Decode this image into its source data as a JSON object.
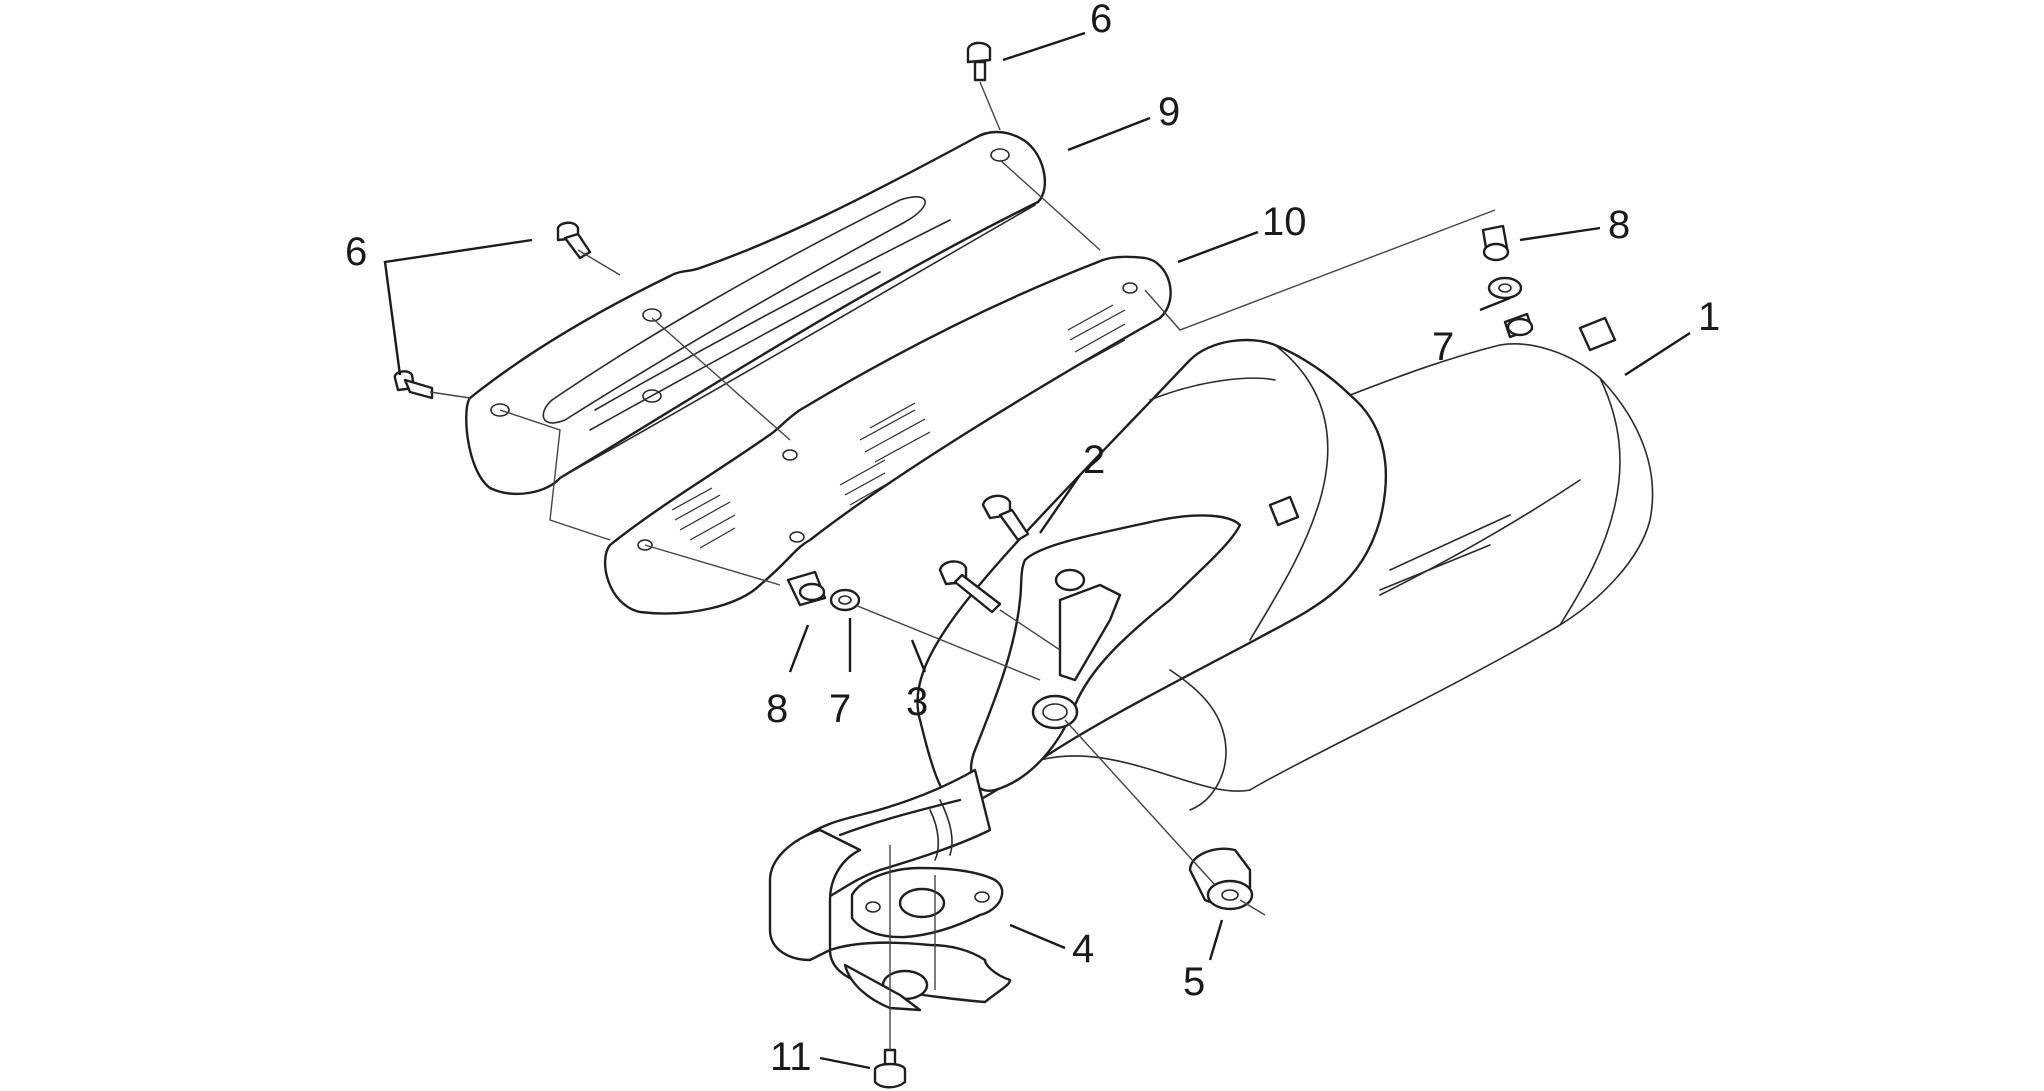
{
  "colors": {
    "line": "#1f1f1f",
    "background": "#ffffff"
  },
  "callouts": {
    "c1": "1",
    "c2": "2",
    "c3": "3",
    "c4": "4",
    "c5": "5",
    "c6_top": "6",
    "c6_left": "6",
    "c7_right": "7",
    "c7_bottom": "7",
    "c8_right": "8",
    "c8_bottom": "8",
    "c9": "9",
    "c10": "10",
    "c11": "11"
  }
}
